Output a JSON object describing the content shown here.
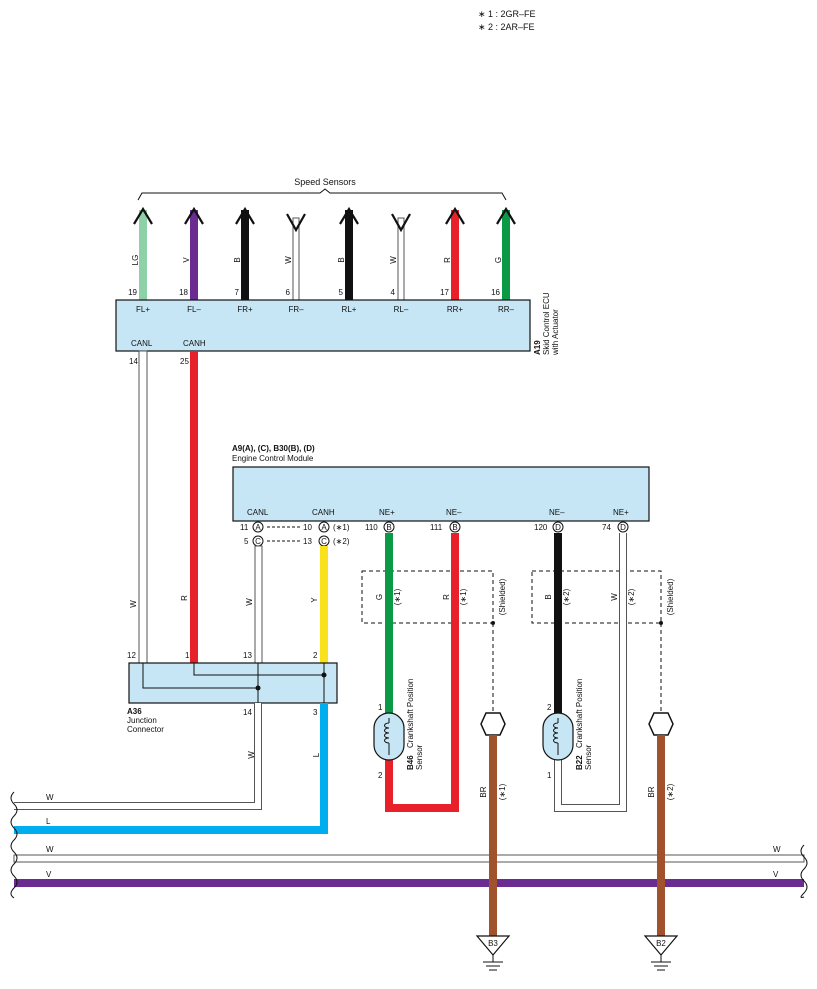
{
  "notes": [
    "∗ 1 : 2GR–FE",
    "∗ 2 : 2AR–FE"
  ],
  "speed_sensors": {
    "title": "Speed Sensors",
    "pins": [
      {
        "wire": "LG",
        "num": "19",
        "name": "FL+",
        "dir": "up",
        "color": "#8fd1a6"
      },
      {
        "wire": "V",
        "num": "18",
        "name": "FL–",
        "dir": "up",
        "color": "#6a2c91"
      },
      {
        "wire": "B",
        "num": "7",
        "name": "FR+",
        "dir": "up",
        "color": "#111111"
      },
      {
        "wire": "W",
        "num": "6",
        "name": "FR–",
        "dir": "down",
        "color": "#ffffff"
      },
      {
        "wire": "B",
        "num": "5",
        "name": "RL+",
        "dir": "up",
        "color": "#111111"
      },
      {
        "wire": "W",
        "num": "4",
        "name": "RL–",
        "dir": "down",
        "color": "#ffffff"
      },
      {
        "wire": "R",
        "num": "17",
        "name": "RR+",
        "dir": "up",
        "color": "#e8202a"
      },
      {
        "wire": "G",
        "num": "16",
        "name": "RR–",
        "dir": "up",
        "color": "#0a9a45"
      }
    ]
  },
  "skid_ecu": {
    "id": "A19",
    "name1": "Skid Control ECU",
    "name2": "with Actuator",
    "canl": "CANL",
    "canh": "CANH",
    "canl_pin": "14",
    "canh_pin": "25"
  },
  "ecm": {
    "id": "A9(A), (C), B30(B), (D)",
    "name": "Engine Control Module",
    "terms": [
      "CANL",
      "CANH",
      "NE+",
      "NE–",
      "NE–",
      "NE+"
    ],
    "pins": {
      "canl_a": "11",
      "canl_a_conn": "A",
      "canl_c": "5",
      "canl_c_conn": "C",
      "canh_a": "10",
      "canh_a_conn": "A",
      "canh_a_note": "(∗1)",
      "canh_c": "13",
      "canh_c_conn": "C",
      "canh_c_note": "(∗2)",
      "ne1p": "110",
      "ne1p_conn": "B",
      "ne1m": "111",
      "ne1m_conn": "B",
      "ne2m": "120",
      "ne2m_conn": "D",
      "ne2p": "74",
      "ne2p_conn": "D"
    }
  },
  "wire_labels": {
    "w1": "W",
    "r1": "R",
    "w2": "W",
    "y": "Y",
    "g": "G",
    "g_note": "(∗1)",
    "r2": "R",
    "r2_note": "(∗1)",
    "shield1": "(Shielded)",
    "b": "B",
    "b_note": "(∗2)",
    "w3": "W",
    "w3_note": "(∗2)",
    "shield2": "(Shielded)",
    "w4": "W",
    "l": "L",
    "br1": "BR",
    "br1_note": "(∗1)",
    "br2": "BR",
    "br2_note": "(∗2)"
  },
  "junction": {
    "id": "A36",
    "name1": "Junction",
    "name2": "Connector",
    "pin12": "12",
    "pin1": "1",
    "pin13": "13",
    "pin2": "2",
    "pin14": "14",
    "pin3": "3"
  },
  "sensor_b46": {
    "id": "B46",
    "name1": "Crankshaft Position",
    "name2": "Sensor",
    "pin_top": "1",
    "pin_bottom": "2"
  },
  "sensor_b22": {
    "id": "B22",
    "name1": "Crankshaft Position",
    "name2": "Sensor",
    "pin_top": "2",
    "pin_bottom": "1"
  },
  "bus_labels": {
    "w_top": "W",
    "l": "L",
    "w_mid_left": "W",
    "w_mid_right": "W",
    "v_left": "V",
    "v_right": "V"
  },
  "grounds": {
    "b3": "B3",
    "b2": "B2"
  },
  "colors": {
    "ecu_fill": "#c7e6f5",
    "red": "#e8202a",
    "yellow": "#f9e21b",
    "green": "#0a9a45",
    "black": "#111111",
    "blue": "#00aeef",
    "violet": "#6a2c91",
    "brown": "#a0522d"
  }
}
